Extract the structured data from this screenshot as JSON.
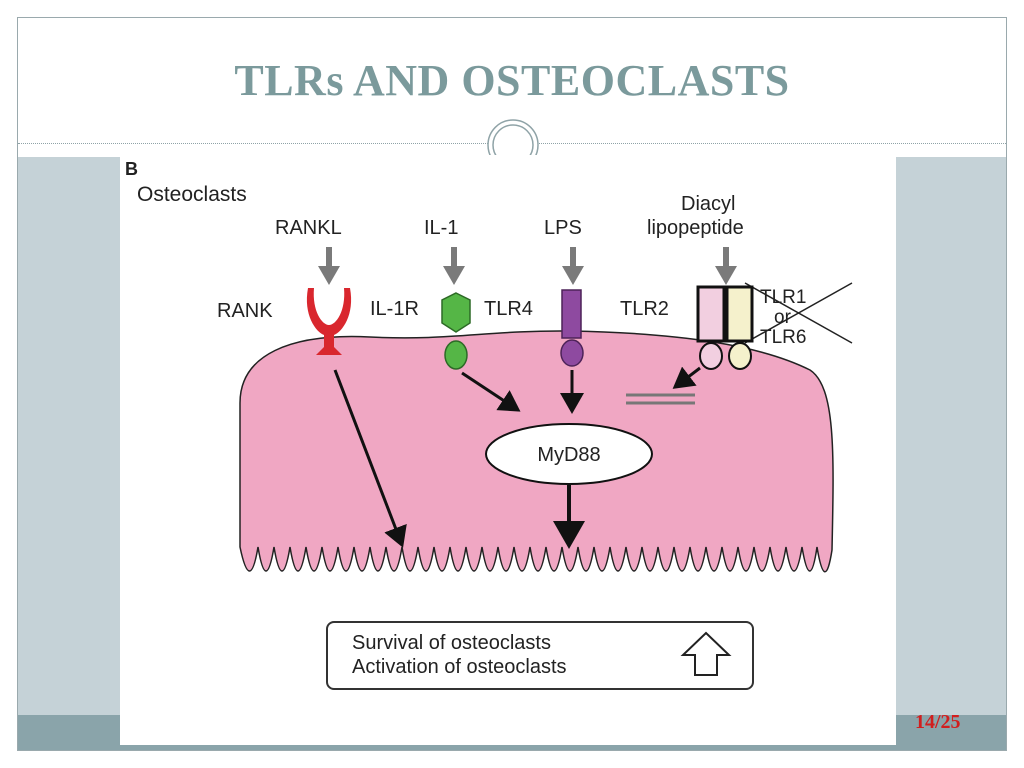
{
  "slide": {
    "title": "TLRs AND OSTEOCLASTS",
    "page_number": "14/25"
  },
  "diagram": {
    "panel_label": "B",
    "cell_label": "Osteoclasts",
    "ligands": {
      "rankl": "RANKL",
      "il1": "IL-1",
      "lps": "LPS",
      "diacyl_line1": "Diacyl",
      "diacyl_line2": "lipopeptide"
    },
    "receptors": {
      "rank": "RANK",
      "il1r": "IL-1R",
      "tlr4": "TLR4",
      "tlr2": "TLR2",
      "tlr1": "TLR1",
      "or": "or",
      "tlr6": "TLR6"
    },
    "adaptor": "MyD88",
    "outcome": {
      "line1": "Survival of osteoclasts",
      "line2": "Activation of osteoclasts"
    },
    "colors": {
      "cell": "#f0a7c3",
      "rank": "#d9272e",
      "il1r": "#55b646",
      "tlr4": "#8e4aa0",
      "tlr2": "#f2cfe0",
      "tlr1": "#f5f1cc",
      "arrow_gray": "#7a7a7a",
      "title": "#7b9a9c",
      "page_number": "#d21e1e"
    }
  }
}
